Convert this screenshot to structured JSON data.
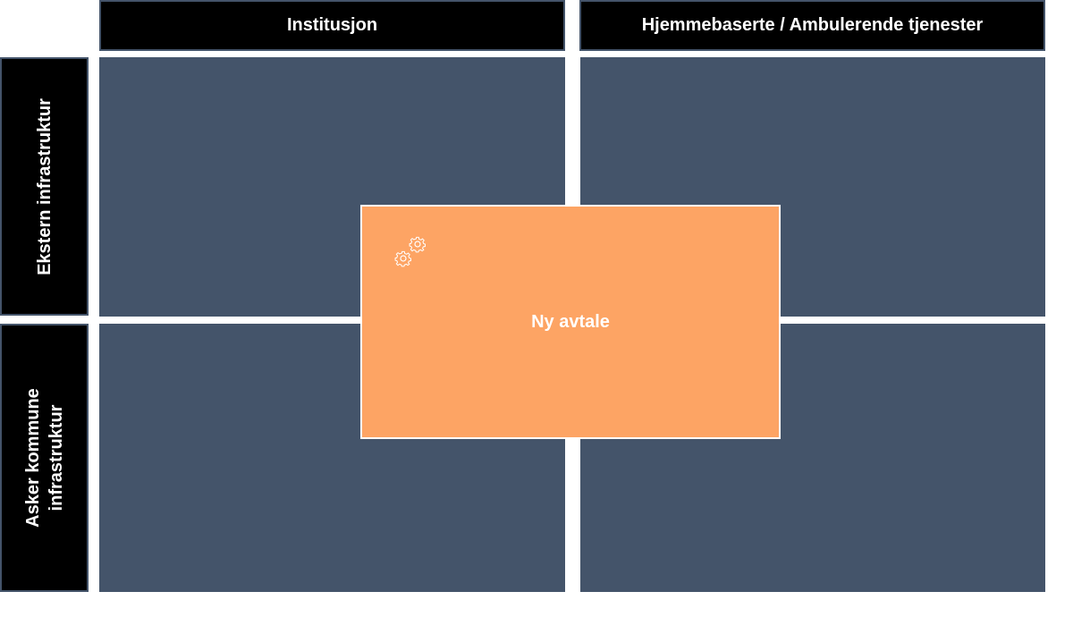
{
  "columns": [
    {
      "label": "Institusjon"
    },
    {
      "label": "Hjemmebaserte / Ambulerende tjenester"
    }
  ],
  "rows": [
    {
      "label": "Ekstern infrastruktur"
    },
    {
      "label": "Asker kommune infrastruktur"
    }
  ],
  "center": {
    "label": "Ny avtale",
    "icon": "gears-icon"
  },
  "colors": {
    "quadrant": "#44546a",
    "center": "#fda464",
    "header": "#000000"
  }
}
